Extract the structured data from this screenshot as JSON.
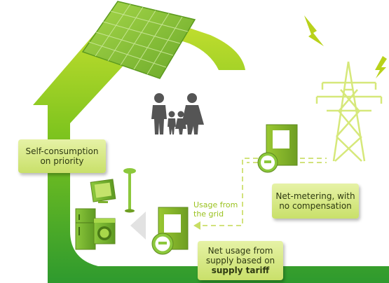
{
  "labels": {
    "self_consumption_line1": "Self-consumption",
    "self_consumption_line2": "on priority",
    "net_metering_line1": "Net-metering, with",
    "net_metering_line2": "no compensation",
    "grid_usage_line1": "Usage from",
    "grid_usage_line2": "the grid",
    "net_usage_line1": "Net usage from",
    "net_usage_line2": "supply based on",
    "net_usage_line3": "supply tariff"
  },
  "colors": {
    "house_green": "#7cc41e",
    "callout_green": "#d4e88a",
    "solar_panel": "#8cc83c",
    "pylon": "#d6e87a",
    "lightning": "#b9d21b",
    "family": "#555555",
    "dashed_line": "#d2e27c"
  },
  "icons": [
    "solar-panel-icon",
    "family-icon",
    "power-pylon-icon",
    "lightning-icon",
    "electricity-meter-icon",
    "tv-icon",
    "floor-lamp-icon",
    "fridge-icon",
    "washing-machine-icon"
  ]
}
